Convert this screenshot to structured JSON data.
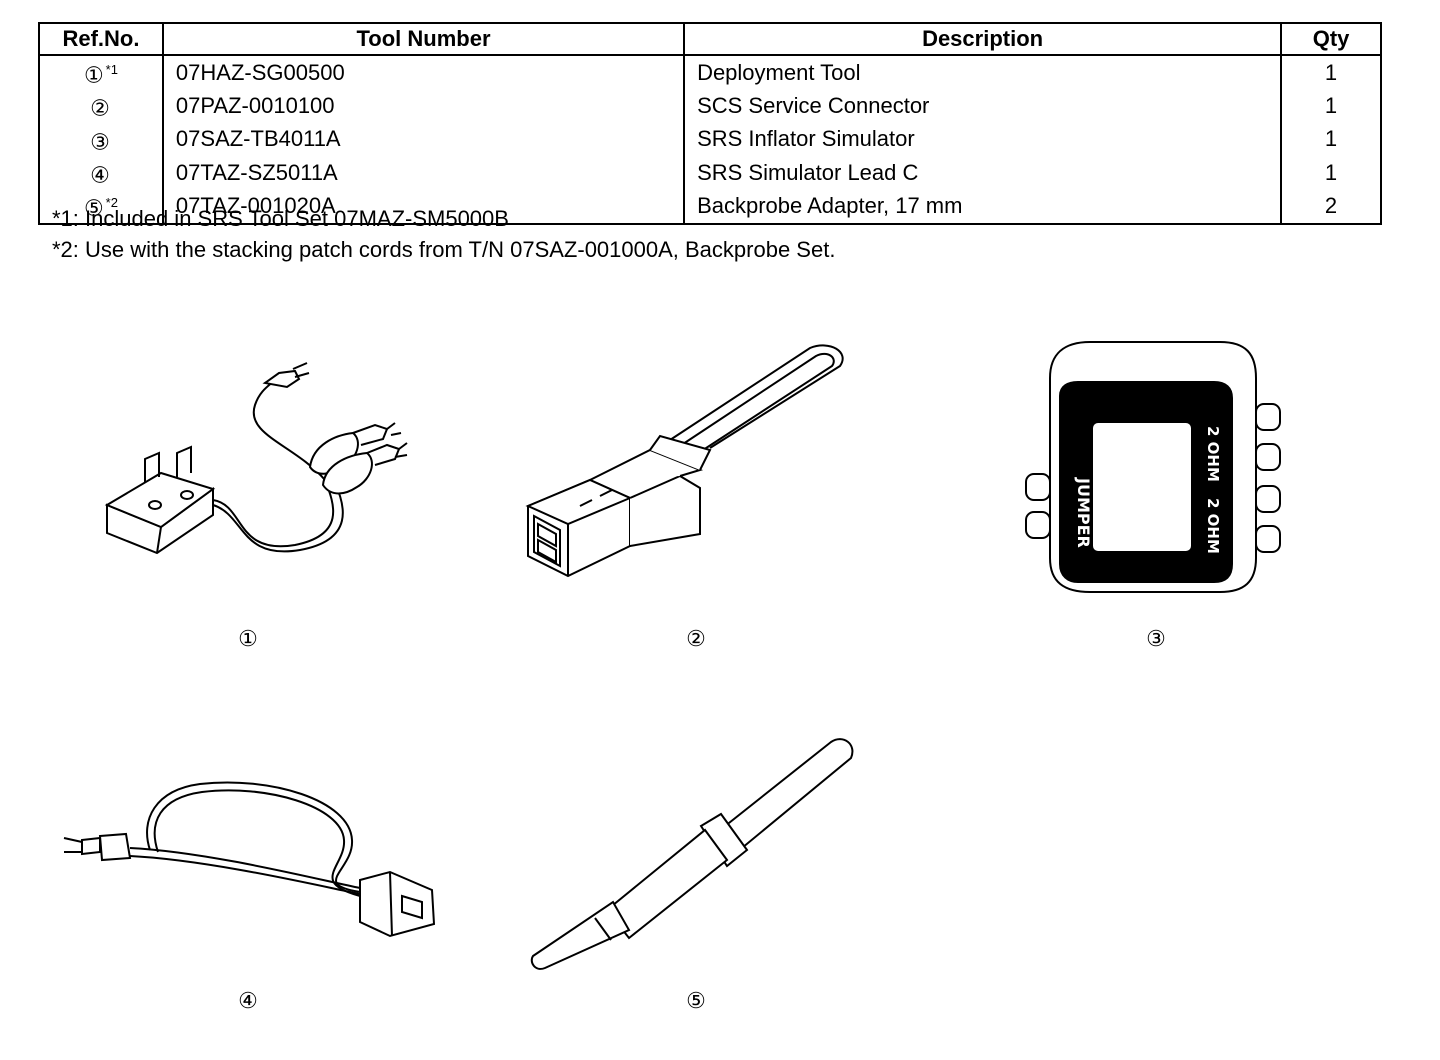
{
  "table": {
    "headers": {
      "ref": "Ref.No.",
      "tool": "Tool Number",
      "desc": "Description",
      "qty": "Qty"
    },
    "rows": [
      {
        "ref": "①",
        "mark": "*1",
        "tool": "07HAZ-SG00500",
        "desc": "Deployment Tool",
        "qty": "1"
      },
      {
        "ref": "②",
        "mark": "",
        "tool": "07PAZ-0010100",
        "desc": "SCS Service Connector",
        "qty": "1"
      },
      {
        "ref": "③",
        "mark": "",
        "tool": "07SAZ-TB4011A",
        "desc": "SRS Inflator Simulator",
        "qty": "1"
      },
      {
        "ref": "④",
        "mark": "",
        "tool": "07TAZ-SZ5011A",
        "desc": "SRS Simulator Lead C",
        "qty": "1"
      },
      {
        "ref": "⑤",
        "mark": "*2",
        "tool": "07TAZ-001020A",
        "desc": "Backprobe Adapter, 17 mm",
        "qty": "2"
      }
    ]
  },
  "notes": {
    "note1": "*1: Included in SRS Tool Set 07MAZ-SM5000B",
    "note2": "*2: Use with the stacking patch cords from T/N 07SAZ-001000A, Backprobe Set."
  },
  "figures": {
    "f1_label": "①",
    "f2_label": "②",
    "f3_label": "③",
    "f3_text_jumper": "JUMPER",
    "f3_text_ohm_top": "2 OHM",
    "f3_text_ohm_bottom": "2 OHM",
    "f4_label": "④",
    "f5_label": "⑤"
  }
}
